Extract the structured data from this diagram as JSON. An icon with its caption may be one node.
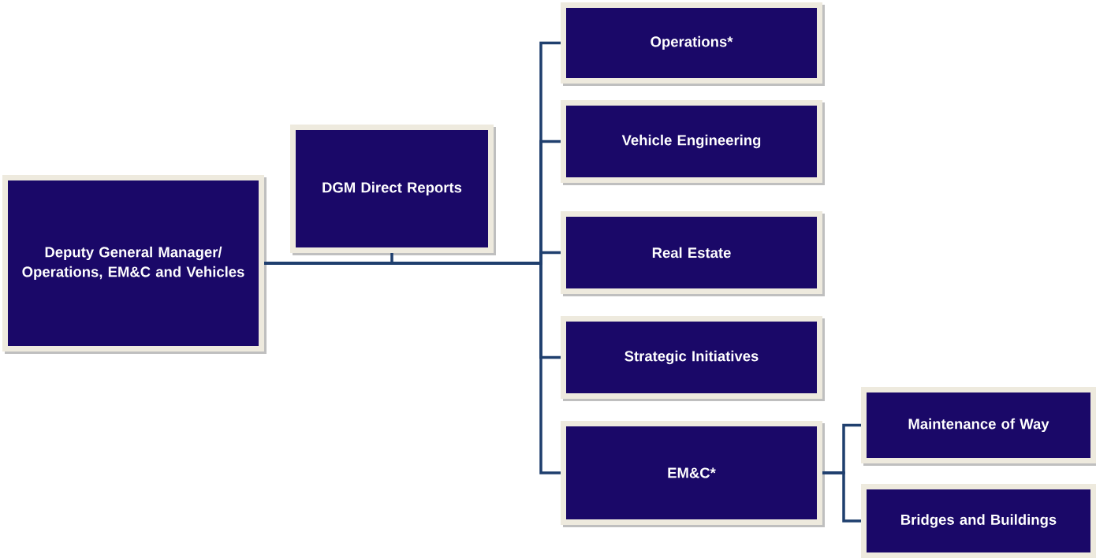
{
  "diagram": {
    "nodes": [
      {
        "text": [
          "Deputy General Manager/ Operations, EM&C and Vehicles"
        ]
      },
      {
        "text": [
          "DGM Direct Reports"
        ]
      },
      {
        "text": [
          "Operations*"
        ]
      },
      {
        "text": [
          "Vehicle Engineering"
        ]
      },
      {
        "text": [
          "Real Estate"
        ]
      },
      {
        "text": [
          "Strategic Initiatives"
        ]
      },
      {
        "text": [
          "EM&C*"
        ]
      },
      {
        "text": [
          "Maintenance of Way"
        ]
      },
      {
        "text": [
          "Bridges and Buildings"
        ]
      }
    ],
    "edges": [
      {
        "from": 0,
        "to": 1,
        "arrow": "none"
      },
      {
        "from": 0,
        "to": 2,
        "arrow": "none"
      },
      {
        "from": 0,
        "to": 3,
        "arrow": "none"
      },
      {
        "from": 0,
        "to": 4,
        "arrow": "none"
      },
      {
        "from": 0,
        "to": 5,
        "arrow": "none"
      },
      {
        "from": 0,
        "to": 6,
        "arrow": "none"
      },
      {
        "from": 6,
        "to": 7,
        "arrow": "none"
      },
      {
        "from": 6,
        "to": 8,
        "arrow": "none"
      }
    ]
  }
}
